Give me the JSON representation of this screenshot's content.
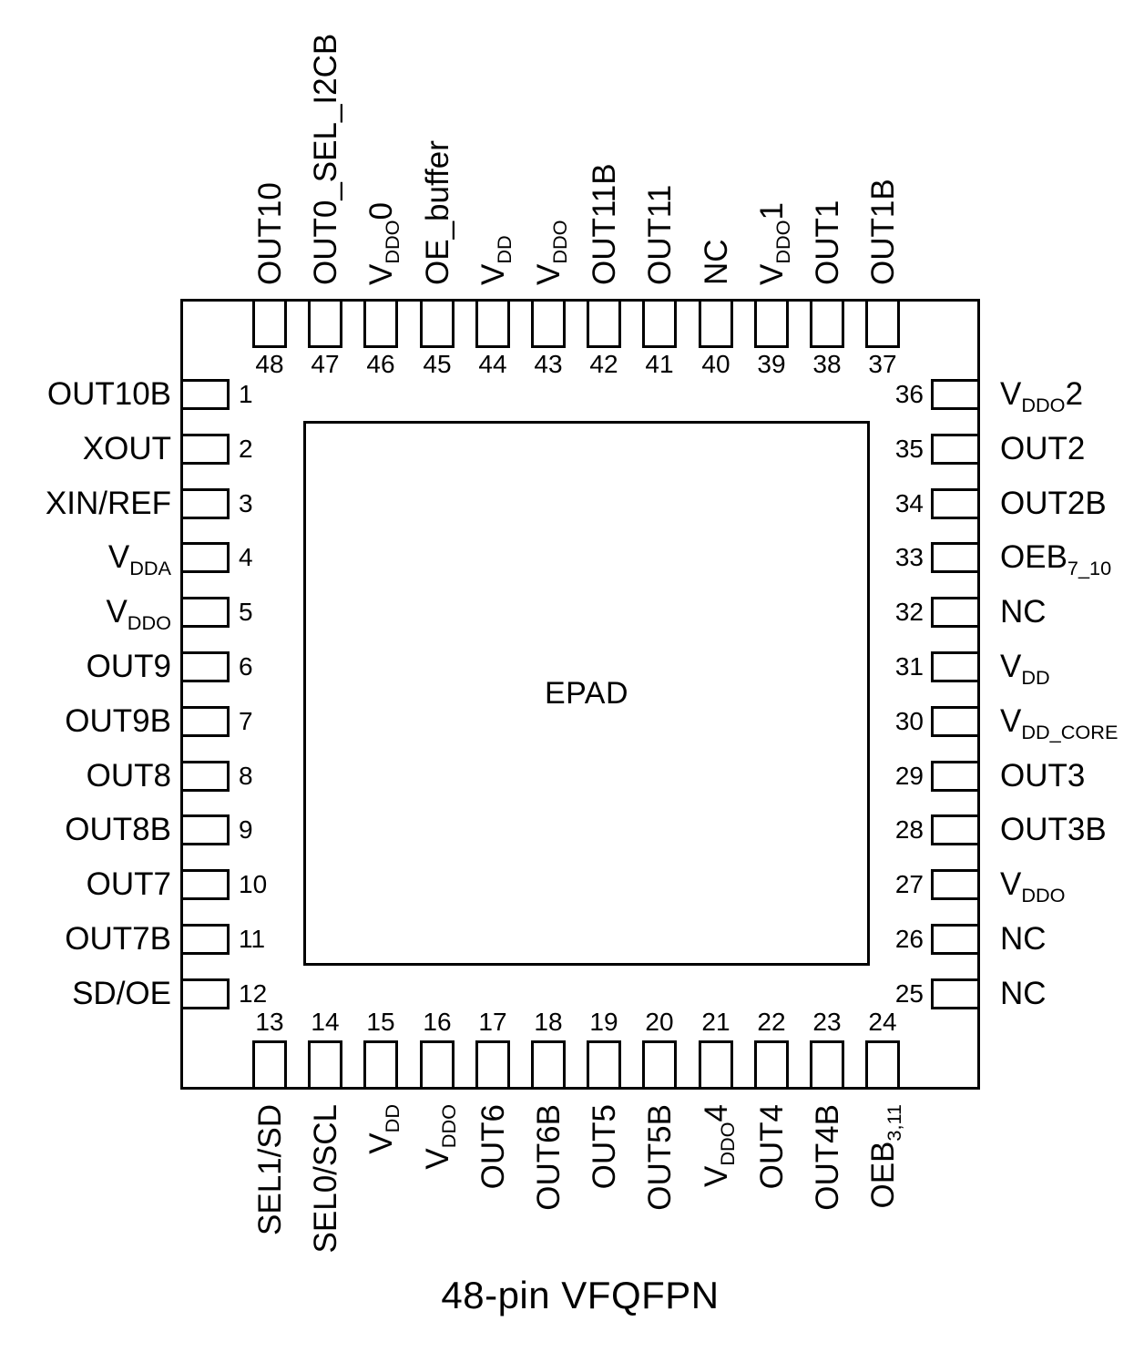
{
  "diagram": {
    "epad_label": "EPAD",
    "caption": "48-pin VFQFPN"
  },
  "colors": {
    "ink": "#000000",
    "background": "#ffffff"
  },
  "label_markup_note": "_{...} denotes subscript text",
  "pins": {
    "top": [
      {
        "num": "48",
        "label": "OUT10"
      },
      {
        "num": "47",
        "label": "OUT0_SEL_I2CB"
      },
      {
        "num": "46",
        "label": "V_{DDO}0"
      },
      {
        "num": "45",
        "label": "OE_buffer"
      },
      {
        "num": "44",
        "label": "V_{DD}"
      },
      {
        "num": "43",
        "label": "V_{DDO}"
      },
      {
        "num": "42",
        "label": "OUT11B"
      },
      {
        "num": "41",
        "label": "OUT11"
      },
      {
        "num": "40",
        "label": "NC"
      },
      {
        "num": "39",
        "label": "V_{DDO}1"
      },
      {
        "num": "38",
        "label": "OUT1"
      },
      {
        "num": "37",
        "label": "OUT1B"
      }
    ],
    "left": [
      {
        "num": "1",
        "label": "OUT10B"
      },
      {
        "num": "2",
        "label": "XOUT"
      },
      {
        "num": "3",
        "label": "XIN/REF"
      },
      {
        "num": "4",
        "label": "V_{DDA}"
      },
      {
        "num": "5",
        "label": "V_{DDO}"
      },
      {
        "num": "6",
        "label": "OUT9"
      },
      {
        "num": "7",
        "label": "OUT9B"
      },
      {
        "num": "8",
        "label": "OUT8"
      },
      {
        "num": "9",
        "label": "OUT8B"
      },
      {
        "num": "10",
        "label": "OUT7"
      },
      {
        "num": "11",
        "label": "OUT7B"
      },
      {
        "num": "12",
        "label": "SD/OE"
      }
    ],
    "right": [
      {
        "num": "36",
        "label": "V_{DDO}2"
      },
      {
        "num": "35",
        "label": "OUT2"
      },
      {
        "num": "34",
        "label": "OUT2B"
      },
      {
        "num": "33",
        "label": "OEB_{7_10}"
      },
      {
        "num": "32",
        "label": "NC"
      },
      {
        "num": "31",
        "label": "V_{DD}"
      },
      {
        "num": "30",
        "label": "V_{DD_CORE}"
      },
      {
        "num": "29",
        "label": "OUT3"
      },
      {
        "num": "28",
        "label": "OUT3B"
      },
      {
        "num": "27",
        "label": "V_{DDO}"
      },
      {
        "num": "26",
        "label": "NC"
      },
      {
        "num": "25",
        "label": "NC"
      }
    ],
    "bottom": [
      {
        "num": "13",
        "label": "SEL1/SD"
      },
      {
        "num": "14",
        "label": "SEL0/SCL"
      },
      {
        "num": "15",
        "label": "V_{DD}"
      },
      {
        "num": "16",
        "label": "V_{DDO}"
      },
      {
        "num": "17",
        "label": "OUT6"
      },
      {
        "num": "18",
        "label": "OUT6B"
      },
      {
        "num": "19",
        "label": "OUT5"
      },
      {
        "num": "20",
        "label": "OUT5B"
      },
      {
        "num": "21",
        "label": "V_{DDO}4"
      },
      {
        "num": "22",
        "label": "OUT4"
      },
      {
        "num": "23",
        "label": "OUT4B"
      },
      {
        "num": "24",
        "label": "OEB_{3,11}"
      }
    ]
  }
}
